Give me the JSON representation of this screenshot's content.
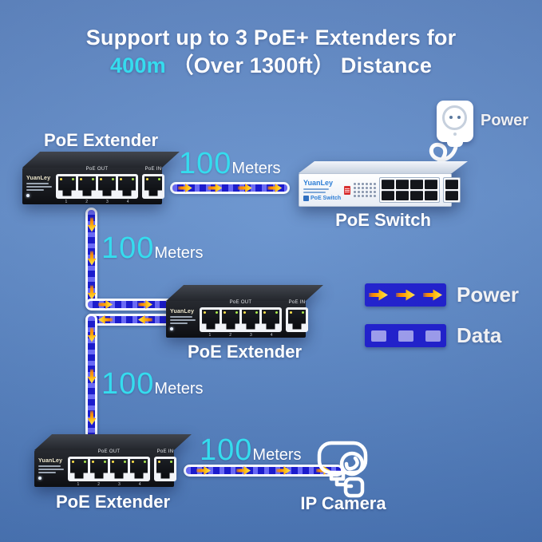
{
  "colors": {
    "background_top": "#6089c6",
    "background_mid": "#6490cd",
    "background_bottom": "#4a78ba",
    "accent_cyan": "#35dcee",
    "cable_white": "#f8fbff",
    "cable_core": "#1c1ccd",
    "cable_dash": "#6a6af5",
    "arrow_yellow": "#ffc91e",
    "arrow_orange": "#ff9000",
    "legend_box": "#1717cf",
    "data_square": "#9d9df2",
    "device_black": "#16181d",
    "switch_white": "#f4f7fb",
    "brand_blue": "#2f7fd6",
    "text_white": "#ffffff"
  },
  "title": {
    "line1": "Support up to 3 PoE+ Extenders for",
    "highlight": "400m",
    "line2_rest": "（Over 1300ft） Distance"
  },
  "power": {
    "label": "Power"
  },
  "distance": {
    "value": "100",
    "unit": "Meters"
  },
  "legend": {
    "power_label": "Power",
    "data_label": "Data"
  },
  "extender": {
    "label": "PoE Extender",
    "brand": "YuanLey",
    "port_out": "PoE OUT",
    "port_in": "PoE IN",
    "port_numbers": [
      "1",
      "2",
      "3",
      "4"
    ]
  },
  "switch": {
    "label": "PoE Switch",
    "brand": "YuanLey",
    "badge": "PoE Switch"
  },
  "camera": {
    "label": "IP Camera"
  }
}
